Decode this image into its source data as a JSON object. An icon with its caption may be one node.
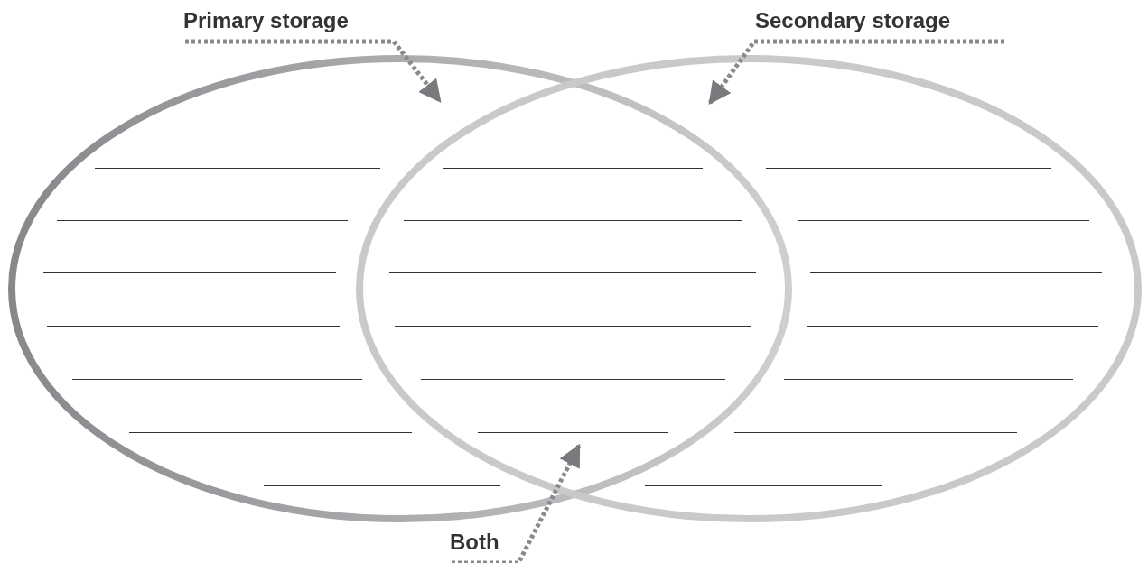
{
  "diagram": {
    "nodes": [
      {
        "text": [
          "Primary storage"
        ]
      },
      {
        "text": [
          "Secondary storage"
        ]
      },
      {
        "text": [
          "Both"
        ]
      },
      {
        "text": [],
        "shape": "ellipse"
      },
      {
        "text": [],
        "shape": "ellipse"
      }
    ],
    "edges": [
      {
        "from": 0,
        "to": 3,
        "arrow": "to",
        "style": "dashed"
      },
      {
        "from": 1,
        "to": 4,
        "arrow": "to",
        "style": "dashed"
      },
      {
        "from": 2,
        "to": 3,
        "arrow": "to",
        "style": "dashed"
      }
    ]
  }
}
